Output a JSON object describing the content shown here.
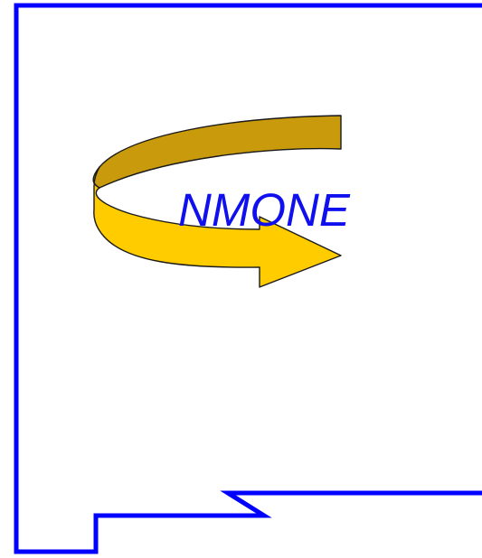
{
  "diagram": {
    "label": "NMONE",
    "colors": {
      "background": "#ffffff",
      "outline": "#0000ff",
      "label": "#1010ee",
      "arrow_top_fill": "#c89a0c",
      "arrow_front_fill": "#ffcc00",
      "arrow_stroke": "#1a1a1a"
    },
    "shapes": {
      "outline": "blue-notched-frame",
      "arrow": "curved-rotation-arrow"
    }
  }
}
